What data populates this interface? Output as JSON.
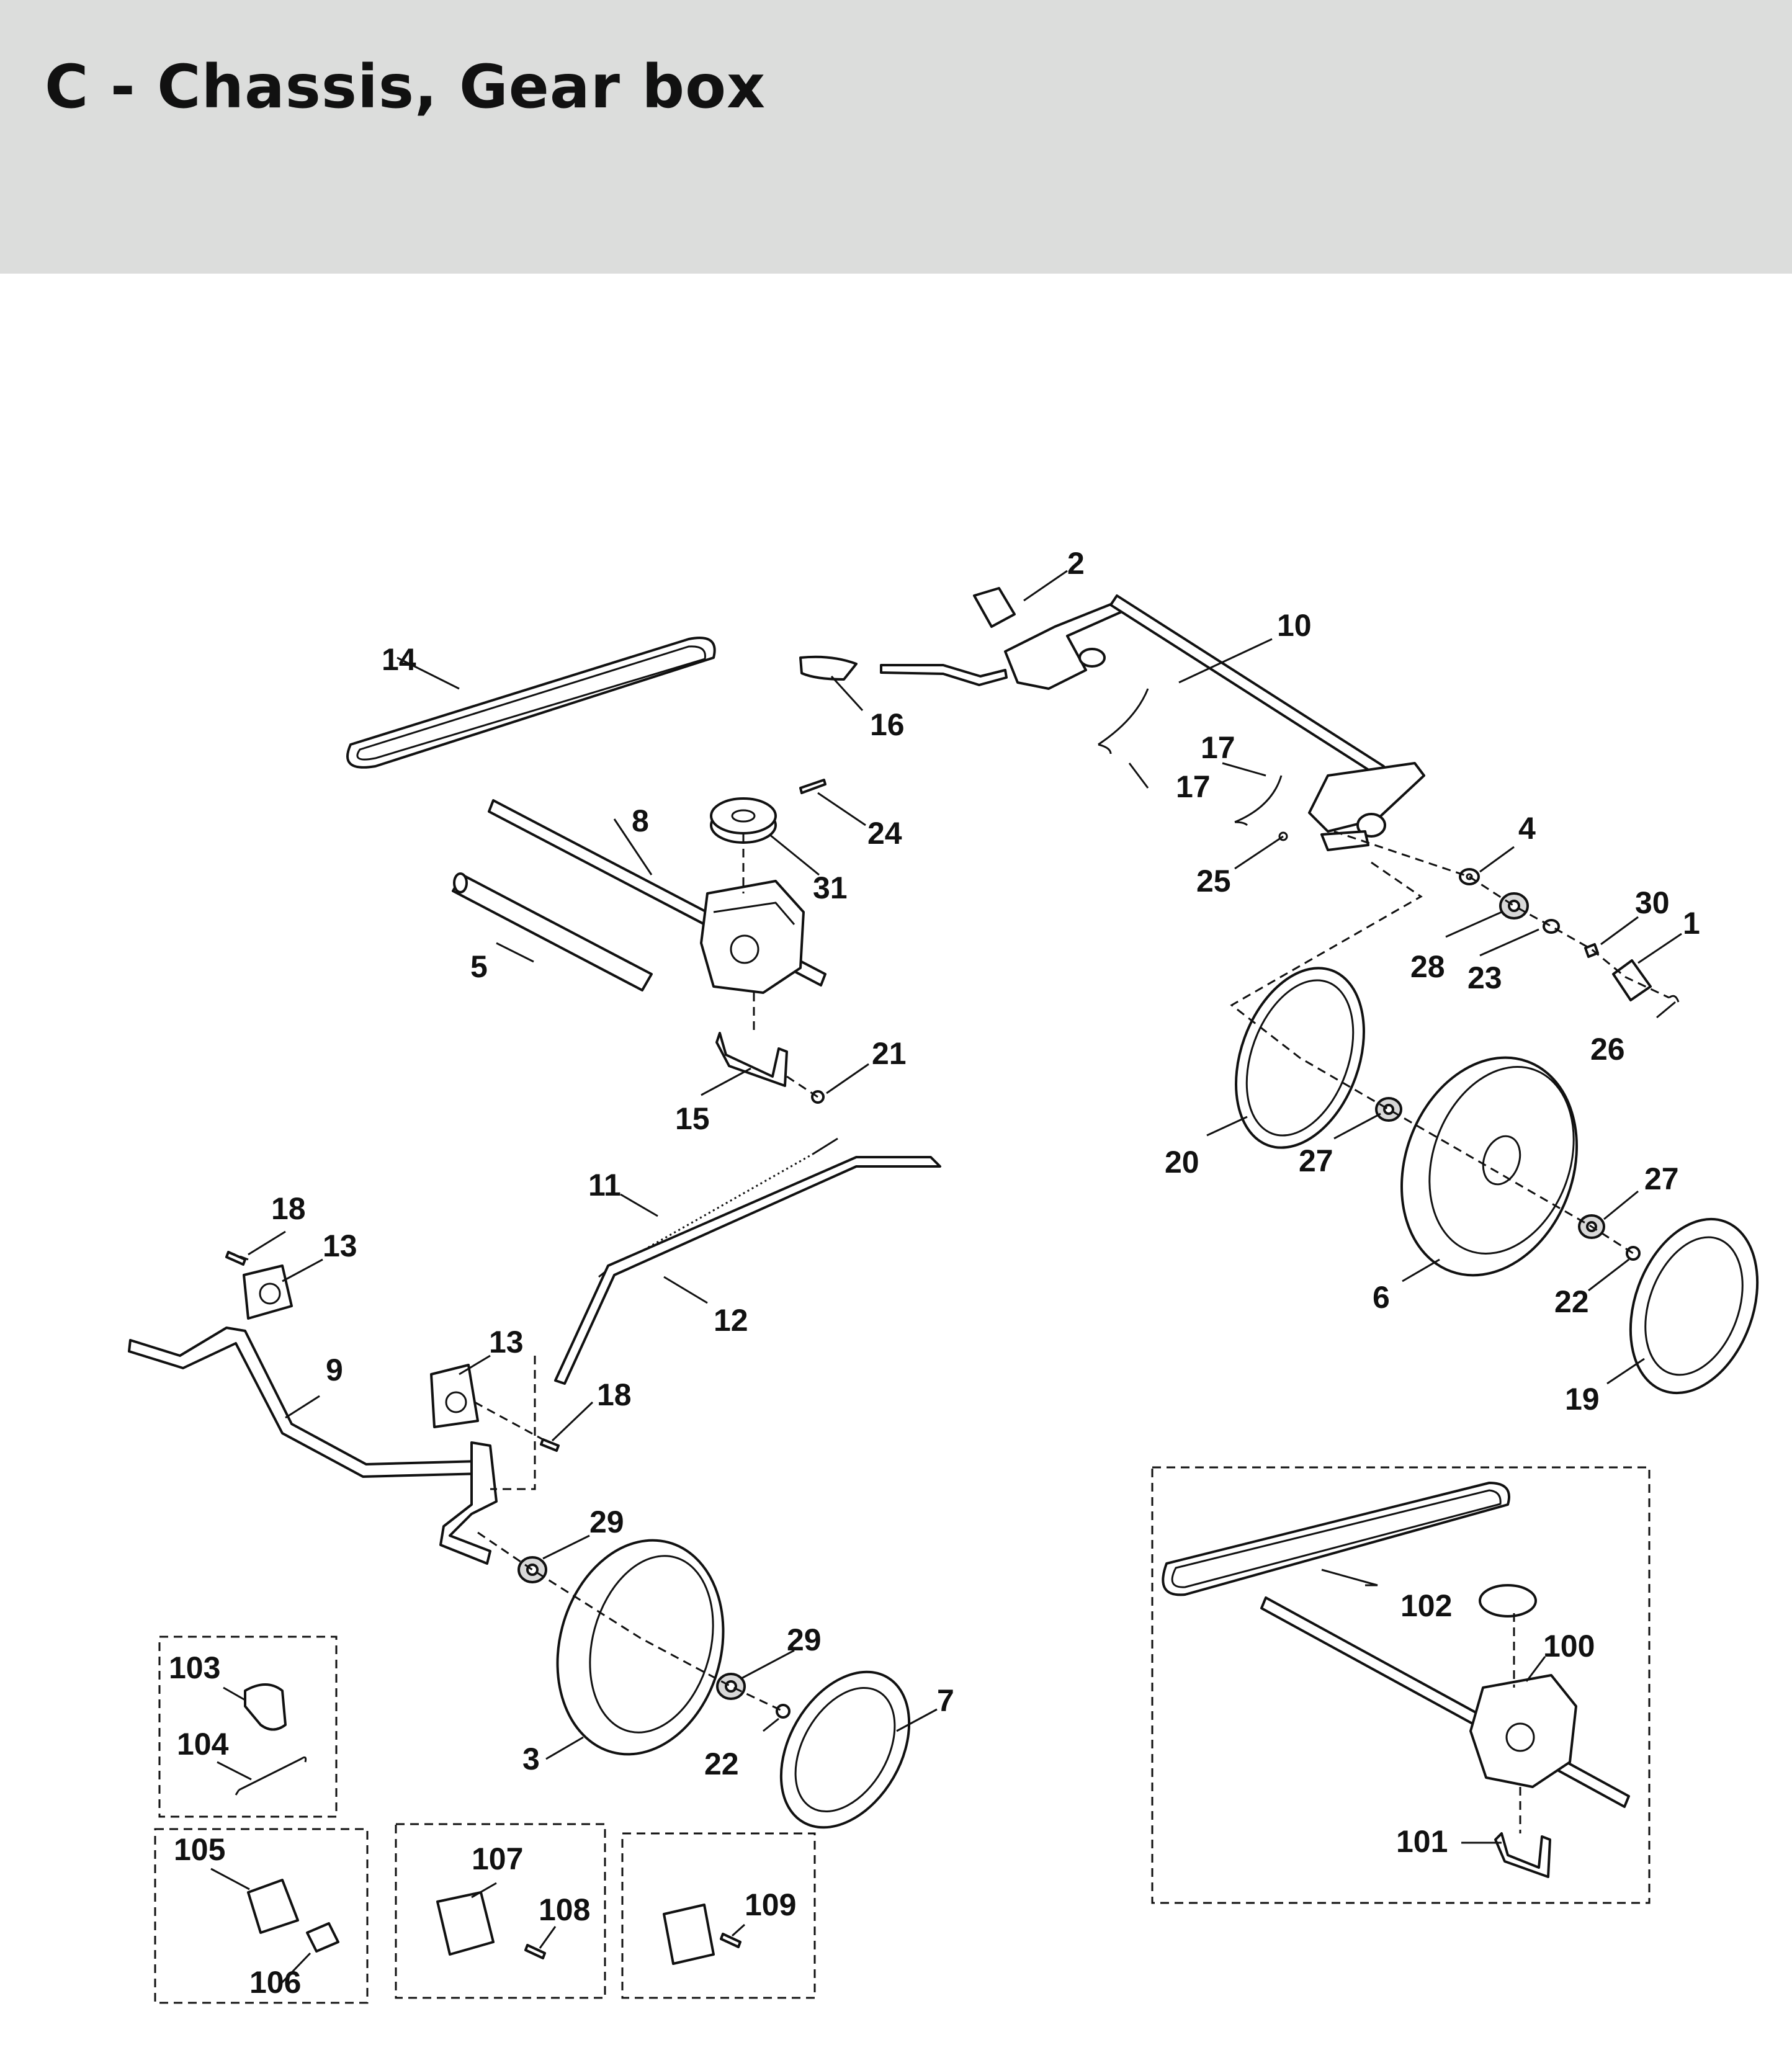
{
  "header": {
    "title": "C - Chassis, Gear box"
  },
  "colors": {
    "header_bg": "#dcdddc",
    "line": "#111111"
  },
  "labels": {
    "p1": "1",
    "p2": "2",
    "p3": "3",
    "p4": "4",
    "p5": "5",
    "p6": "6",
    "p7": "7",
    "p8": "8",
    "p9": "9",
    "p10": "10",
    "p11": "11",
    "p12": "12",
    "p13a": "13",
    "p13b": "13",
    "p14": "14",
    "p15": "15",
    "p16": "16",
    "p17a": "17",
    "p17b": "17",
    "p18a": "18",
    "p18b": "18",
    "p19": "19",
    "p20": "20",
    "p21": "21",
    "p22a": "22",
    "p22b": "22",
    "p23": "23",
    "p24": "24",
    "p25": "25",
    "p26": "26",
    "p27a": "27",
    "p27b": "27",
    "p28": "28",
    "p29a": "29",
    "p29b": "29",
    "p30": "30",
    "p31": "31",
    "p100": "100",
    "p101": "101",
    "p102": "102",
    "p103": "103",
    "p104": "104",
    "p105": "105",
    "p106": "106",
    "p107": "107",
    "p108": "108",
    "p109": "109"
  }
}
